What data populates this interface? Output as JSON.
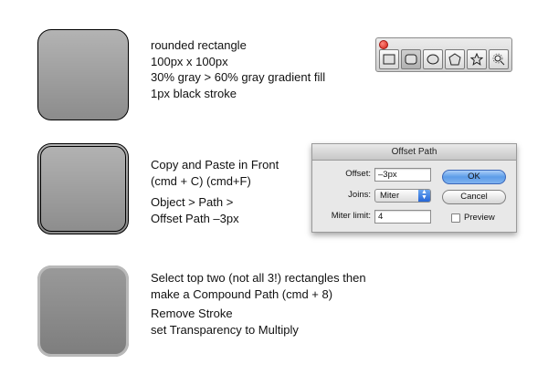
{
  "steps": [
    {
      "lines": [
        "rounded rectangle",
        "100px x 100px",
        "30% gray > 60% gray gradient fill",
        "1px black stroke"
      ]
    },
    {
      "lines": [
        "Copy and Paste in Front",
        "(cmd + C) (cmd+F)"
      ],
      "lines2": [
        "Object > Path >",
        "Offset Path –3px"
      ]
    },
    {
      "lines": [
        "Select top two (not all 3!) rectangles then",
        "make a Compound Path (cmd + 8)"
      ],
      "lines2": [
        "Remove Stroke",
        "set Transparency to Multiply"
      ]
    }
  ],
  "palette": {
    "tools": [
      "rectangle-tool-icon",
      "rounded-rectangle-tool-icon",
      "ellipse-tool-icon",
      "polygon-tool-icon",
      "star-tool-icon",
      "flare-tool-icon"
    ],
    "active_index": 1
  },
  "dialog": {
    "title": "Offset Path",
    "offset_label": "Offset:",
    "offset_value": "–3px",
    "joins_label": "Joins:",
    "joins_value": "Miter",
    "miter_label": "Miter limit:",
    "miter_value": "4",
    "ok_label": "OK",
    "cancel_label": "Cancel",
    "preview_label": "Preview",
    "preview_checked": false
  },
  "colors": {
    "ok_button": "#5c9ce8",
    "close_dot": "#d21d12"
  }
}
